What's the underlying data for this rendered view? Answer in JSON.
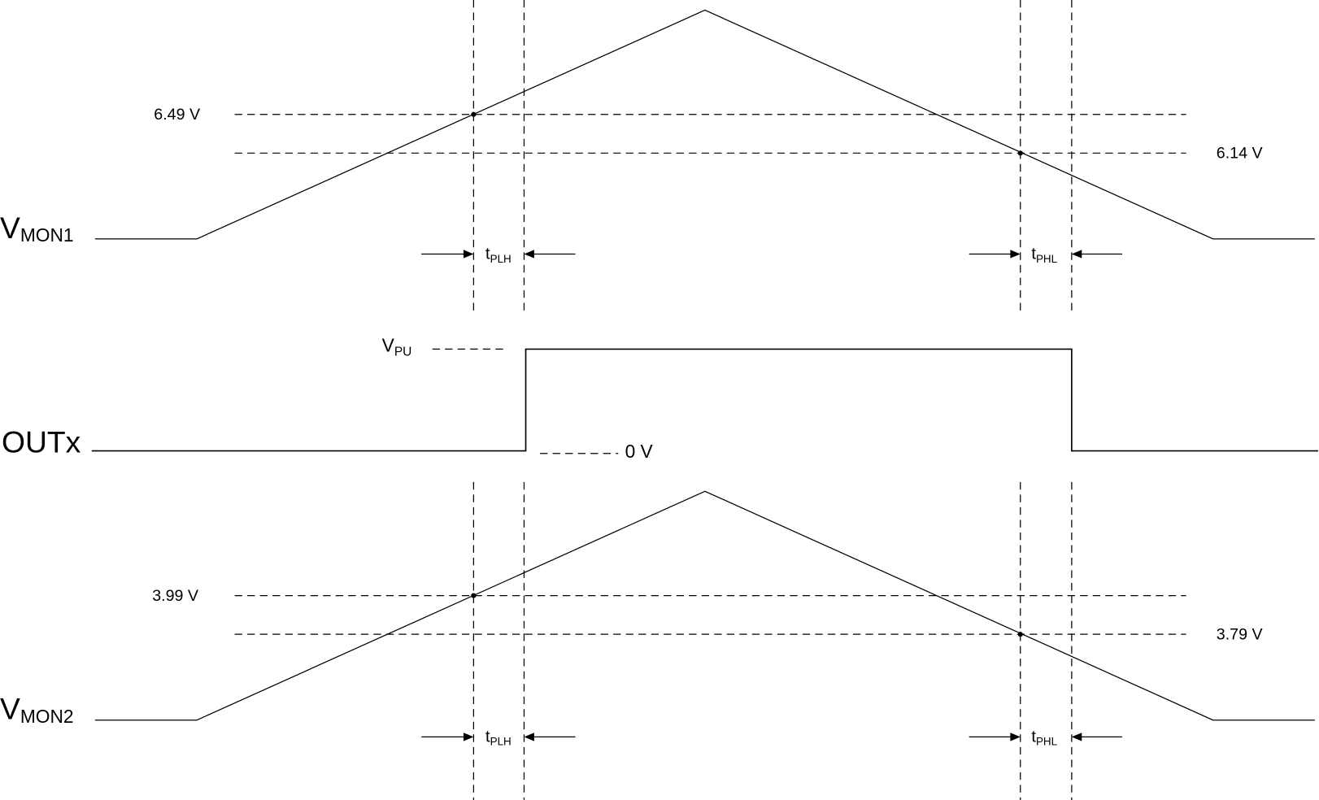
{
  "diagram": {
    "type": "timing-diagram",
    "signals": {
      "vmon1": {
        "main": "V",
        "sub": "MON1"
      },
      "outx": {
        "label": "OUTx"
      },
      "vmon2": {
        "main": "V",
        "sub": "MON2"
      }
    },
    "thresholds": {
      "vmon1_rising": "6.49 V",
      "vmon1_falling": "6.14 V",
      "vmon2_rising": "3.99 V",
      "vmon2_falling": "3.79 V"
    },
    "levels": {
      "vpu_main": "V",
      "vpu_sub": "PU",
      "zero": "0 V"
    },
    "delays": {
      "plh_main": "t",
      "plh_sub": "PLH",
      "phl_main": "t",
      "phl_sub": "PHL"
    }
  }
}
